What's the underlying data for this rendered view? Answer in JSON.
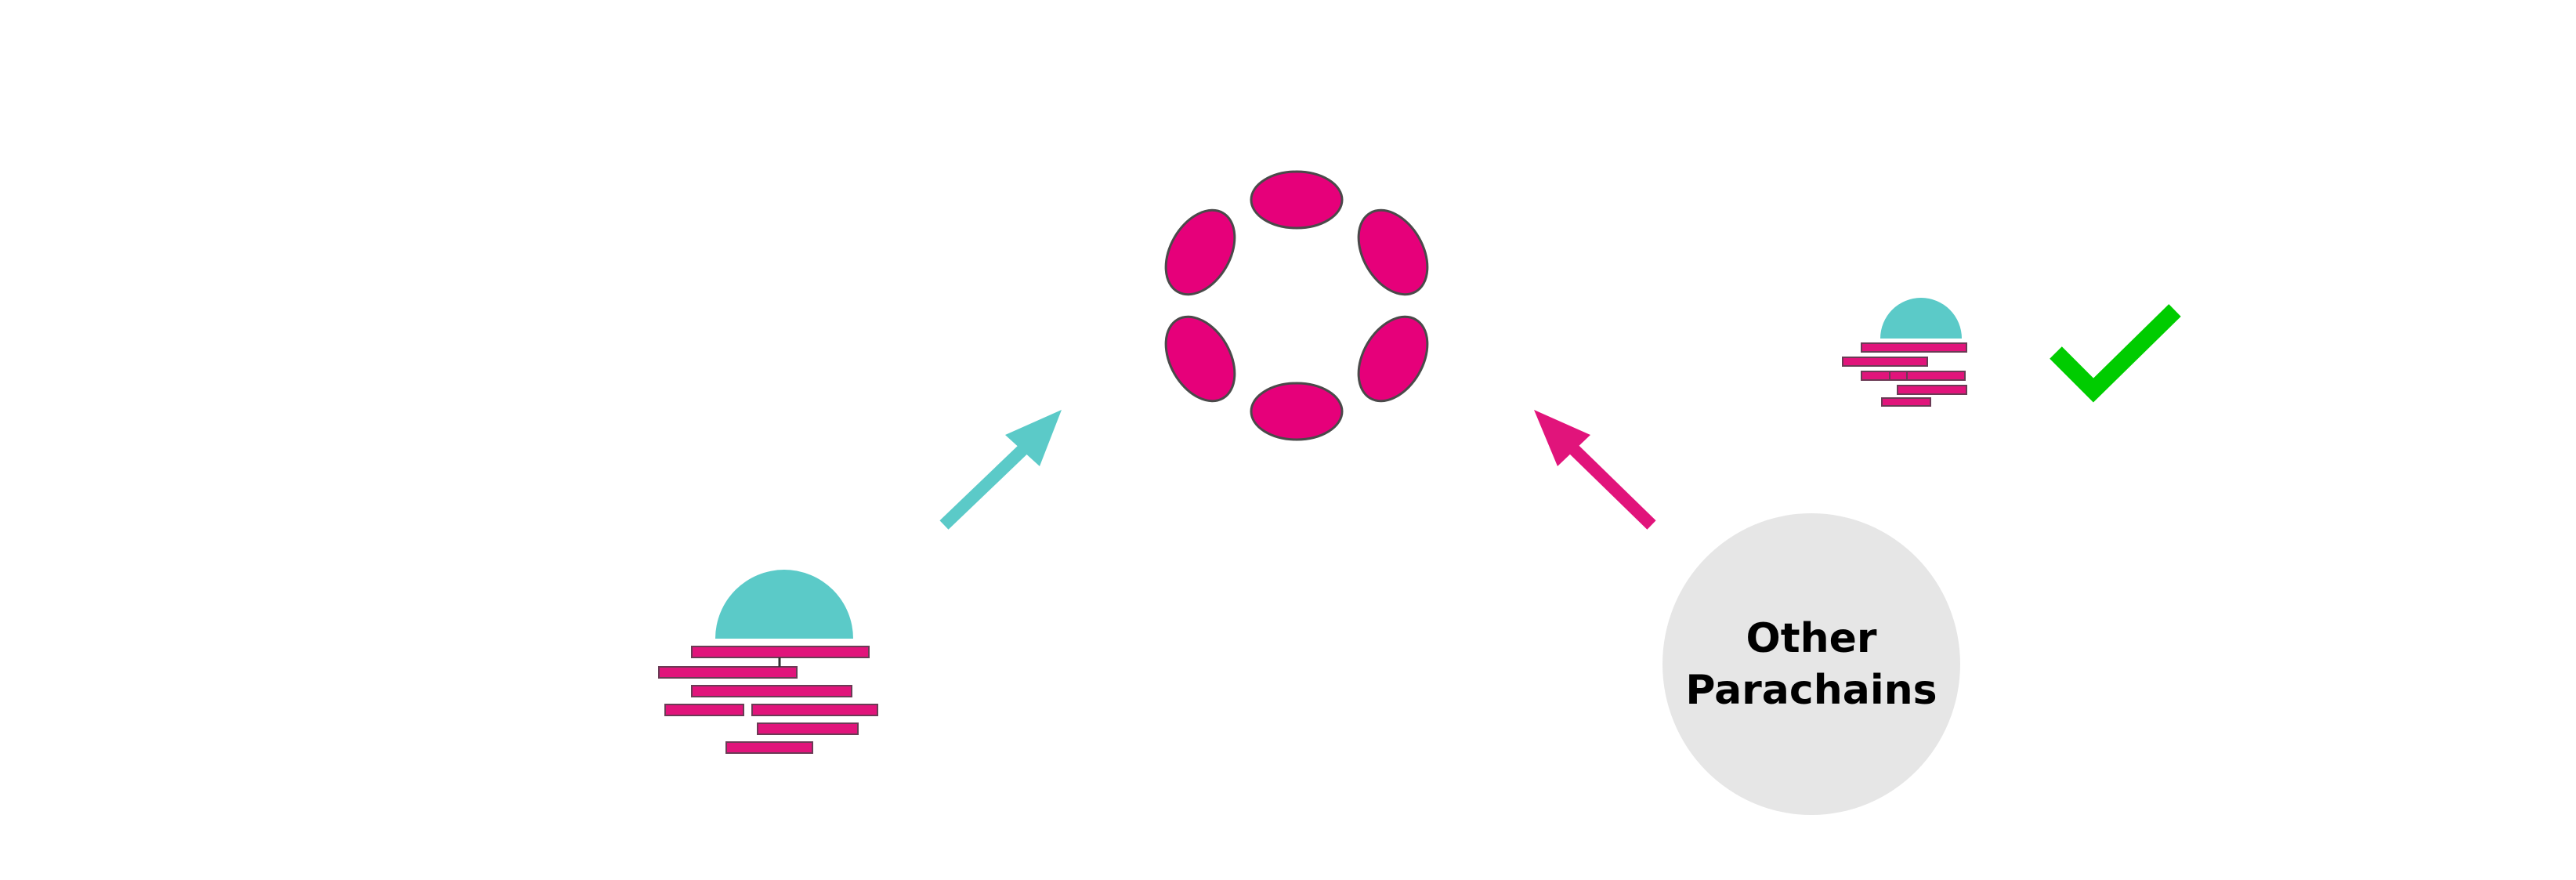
{
  "diagram": {
    "relay_chain": {
      "icon": "polkadot-logo-icon",
      "color": "#e6007a"
    },
    "moonbeam": {
      "icon": "moonbeam-logo-icon",
      "dome_color": "#5bcac8",
      "bar_color": "#e1147b"
    },
    "other_parachains": {
      "label": "Other\nParachains",
      "background": "#e6e6e6"
    },
    "status": {
      "icon": "checkmark-icon",
      "color": "#00cc00"
    },
    "arrows": [
      {
        "from": "moonbeam",
        "to": "relay_chain",
        "color": "#5bcac8"
      },
      {
        "from": "other_parachains",
        "to": "relay_chain",
        "color": "#e1147b"
      }
    ]
  }
}
